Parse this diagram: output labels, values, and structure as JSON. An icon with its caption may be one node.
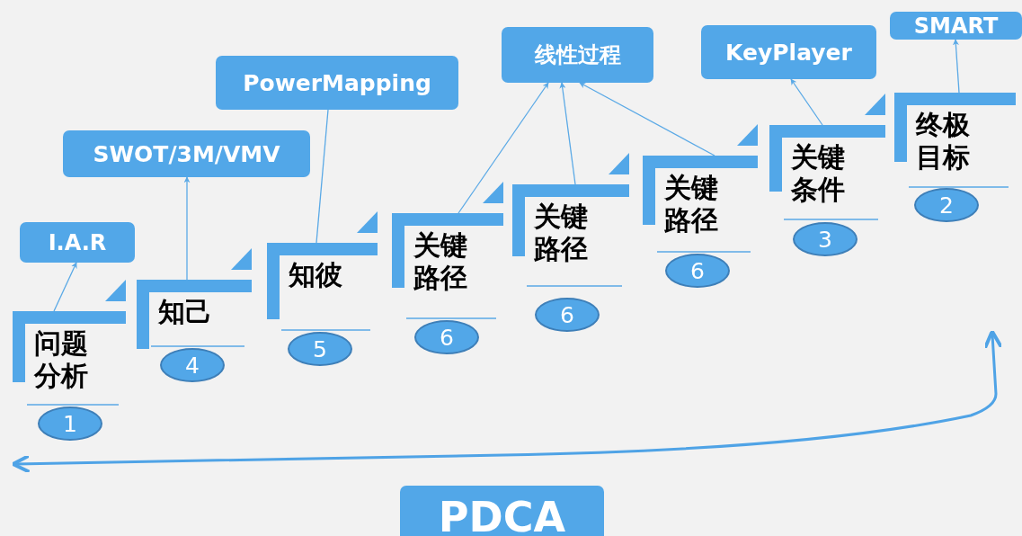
{
  "diagram": {
    "nodes": [
      {
        "text": [
          "I.A.R"
        ]
      },
      {
        "text": [
          "问题分析"
        ]
      },
      {
        "text": [
          "1"
        ]
      },
      {
        "text": [
          "SWOT/3M/VMV"
        ]
      },
      {
        "text": [
          "知己"
        ]
      },
      {
        "text": [
          "4"
        ]
      },
      {
        "text": [
          "PowerMapping"
        ]
      },
      {
        "text": [
          "知彼"
        ]
      },
      {
        "text": [
          "5"
        ]
      },
      {
        "text": [
          "关键路径"
        ]
      },
      {
        "text": [
          "6"
        ]
      },
      {
        "text": [
          "线性过程"
        ]
      },
      {
        "text": [
          "关键路径"
        ]
      },
      {
        "text": [
          "6"
        ]
      },
      {
        "text": [
          "关键路径"
        ]
      },
      {
        "text": [
          "6"
        ]
      },
      {
        "text": [
          "KeyPlayer"
        ]
      },
      {
        "text": [
          "关键条件"
        ]
      },
      {
        "text": [
          "3"
        ]
      },
      {
        "text": [
          "SMART"
        ]
      },
      {
        "text": [
          "终极目标"
        ]
      },
      {
        "text": [
          "2"
        ]
      },
      {
        "text": [
          "PDCA"
        ]
      }
    ],
    "edges": [
      {
        "from": 1,
        "to": 0,
        "arrow": "to"
      },
      {
        "from": 4,
        "to": 3,
        "arrow": "to"
      },
      {
        "from": 7,
        "to": 6,
        "arrow": "none"
      },
      {
        "from": 9,
        "to": 11,
        "arrow": "to"
      },
      {
        "from": 12,
        "to": 11,
        "arrow": "to"
      },
      {
        "from": 14,
        "to": 11,
        "arrow": "to"
      },
      {
        "from": 17,
        "to": 16,
        "arrow": "to"
      },
      {
        "from": 20,
        "to": 19,
        "arrow": "to"
      }
    ]
  }
}
